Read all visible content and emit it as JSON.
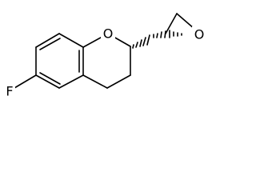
{
  "molecule": {
    "atoms": {
      "fluorine": "F",
      "ring_oxygen": "O",
      "epoxide_oxygen": "O"
    },
    "colors": {
      "bond": "#000000",
      "label": "#000000",
      "background": "#ffffff"
    }
  }
}
